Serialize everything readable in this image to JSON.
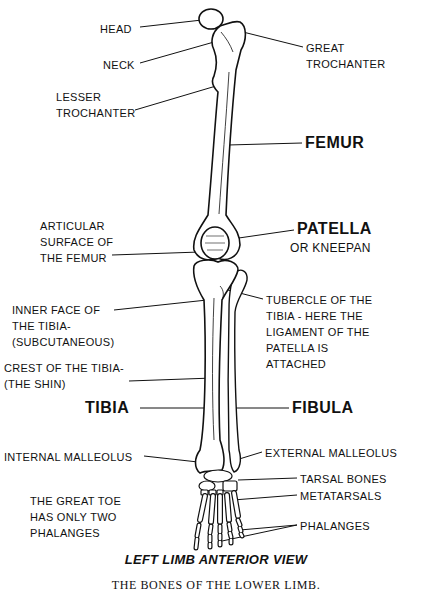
{
  "diagram": {
    "caption": "THE BONES OF THE LOWER LIMB.",
    "labels": [
      "HEAD",
      "NECK",
      "LESSER TROCHANTER",
      "GREAT TROCHANTER",
      "FEMUR",
      "ARTICULAR SURFACE OF THE FEMUR",
      "PATELLA",
      "OR KNEEPAN",
      "INNER FACE OF THE TIBIA- (SUBCUTANEOUS)",
      "TUBERCLE OF THE TIBIA - HERE THE LIGAMENT OF THE PATELLA IS ATTACHED",
      "CREST OF THE TIBIA-(THE SHIN)",
      "TIBIA",
      "FIBULA",
      "INTERNAL MALLEOLUS",
      "EXTERNAL MALLEOLUS",
      "TARSAL BONES",
      "METATARSALS",
      "THE GREAT TOE HAS ONLY TWO PHALANGES",
      "PHALANGES",
      "LEFT LIMB ANTERIOR VIEW"
    ]
  }
}
